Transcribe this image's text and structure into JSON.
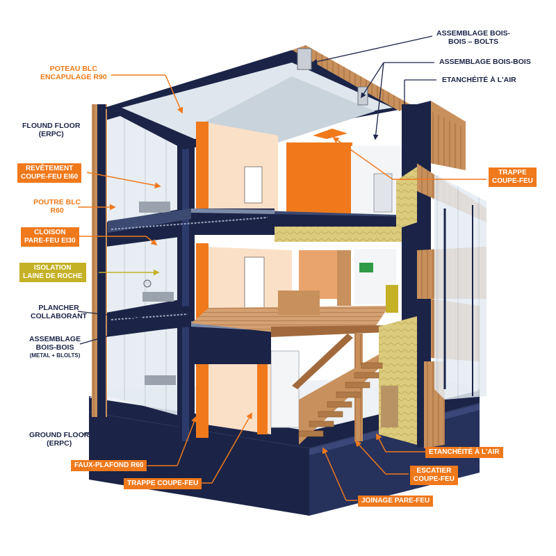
{
  "colors": {
    "navy": "#1b2447",
    "orange": "#f0791c",
    "olive": "#c4b126",
    "wood": "#c8905c",
    "wood_dark": "#a26a3c",
    "insulation": "#d8c878",
    "glass": "#dde6ee",
    "plaster": "#fbe3cf"
  },
  "labels": {
    "poteau": [
      "POTEAU BLC",
      "ENCAPULAGE R90"
    ],
    "flound_floor": [
      "FLOUND FLOOR",
      "(ERPC)"
    ],
    "revetement": [
      "REVÊTEMENT",
      "COUPE-FEU EI60"
    ],
    "poutre": [
      "POUTRE BLC",
      "R60"
    ],
    "cloison": [
      "CLOISON",
      "PARE-FEU EI30"
    ],
    "isolation": [
      "ISOLATION",
      "LAINE DE ROCHE"
    ],
    "plancher": [
      "PLANCHER",
      "COLLABORANT"
    ],
    "assemblage_left": [
      "ASSEMBLAGE",
      "BOIS-BOIS"
    ],
    "assemblage_left_sub": "(METAL + BLOLTS)",
    "ground_floor": [
      "GROUND FLOOR",
      "(ERPC)"
    ],
    "faux_plafond": "FAUX-PLAFOND R60",
    "trappe_bottom": "TRAPPE COUPE-FEU",
    "assemblage_bolts": [
      "ASSEMBLAGE BOIS-",
      "BOIS – BOLTS"
    ],
    "assemblage_bois": "ASSEMBLAGE BOIS-BOIS",
    "etancheite_top": "ETANCHÉITÉ À L'AIR",
    "trappe_right": [
      "TRAPPE",
      "COUPE-FEU"
    ],
    "etancheite_bottom": "ETANCHÉITÉ À L'AIR",
    "escatier": [
      "ESCATIER",
      "COUPE-FEU"
    ],
    "joinage": "JOINAGE PARE-FEU"
  }
}
